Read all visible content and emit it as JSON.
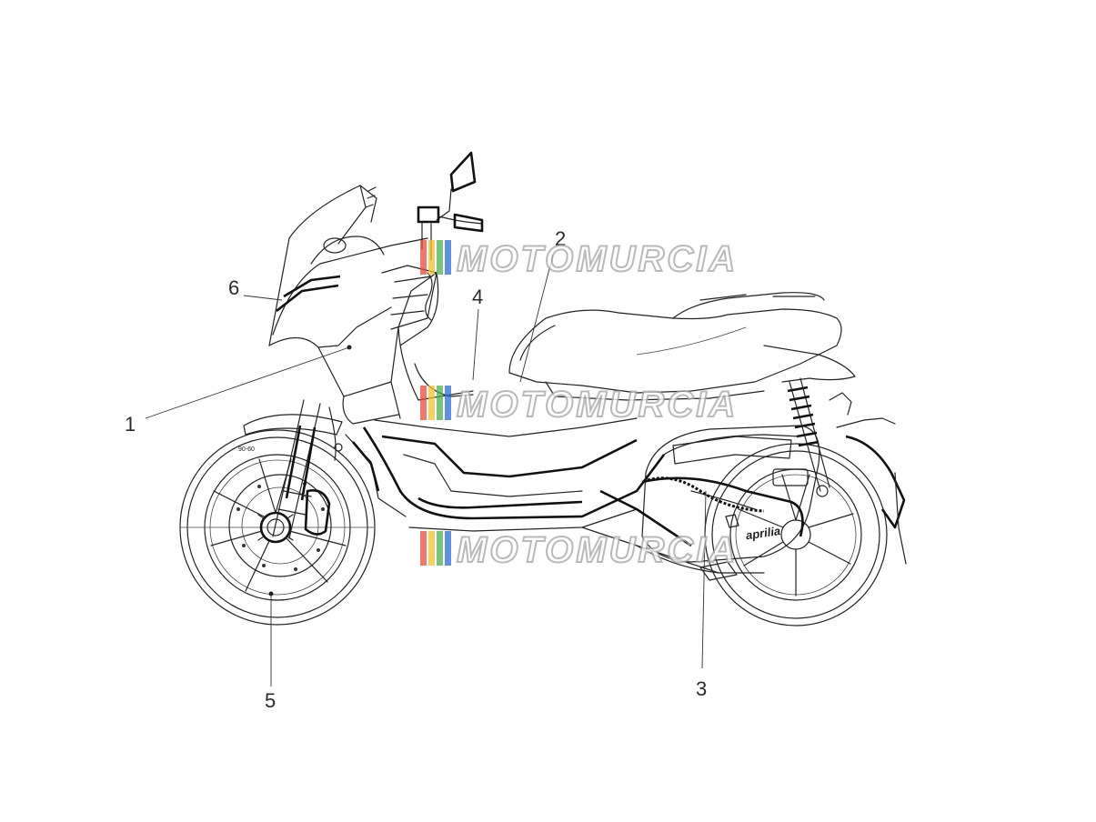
{
  "diagram": {
    "callouts": [
      {
        "id": "1",
        "label": "1"
      },
      {
        "id": "2",
        "label": "2"
      },
      {
        "id": "3",
        "label": "3"
      },
      {
        "id": "4",
        "label": "4"
      },
      {
        "id": "5",
        "label": "5"
      },
      {
        "id": "6",
        "label": "6"
      }
    ],
    "brand_badge": "aprilia",
    "tire_marking": "90-60"
  },
  "watermark": {
    "text": "MOTOMURCIA",
    "stripe_colors": [
      "#e84a3d",
      "#f2c230",
      "#4caf50",
      "#2b6cd4"
    ]
  }
}
